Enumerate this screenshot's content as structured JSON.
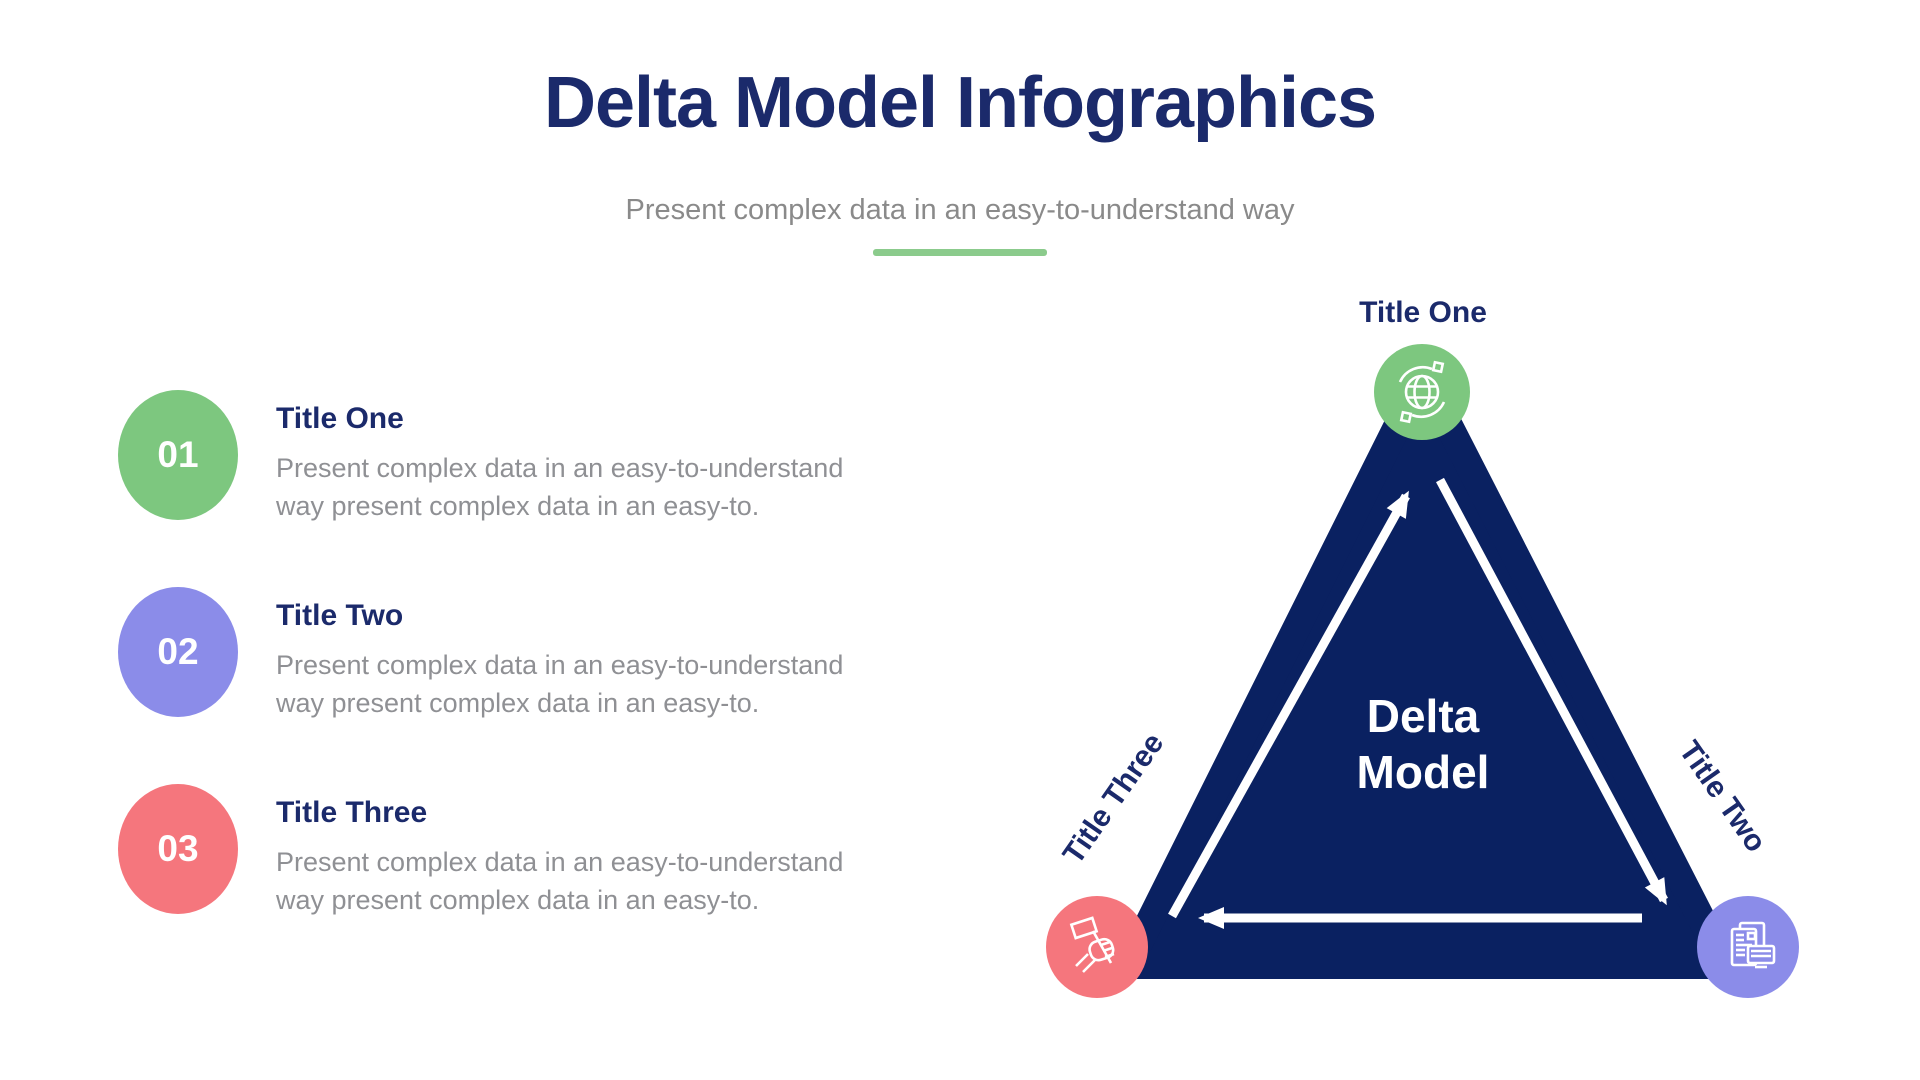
{
  "header": {
    "title": "Delta Model Infographics",
    "subtitle": "Present complex data in an easy-to-understand way",
    "accent_color": "#8BCB8C"
  },
  "items": [
    {
      "number": "01",
      "title": "Title One",
      "description": "Present complex data in an easy-to-understand way present complex data in an easy-to.",
      "color": "#7DC77F"
    },
    {
      "number": "02",
      "title": "Title Two",
      "description": "Present complex data in an easy-to-understand way present complex data in an easy-to.",
      "color": "#8B8CE9"
    },
    {
      "number": "03",
      "title": "Title Three",
      "description": "Present complex data in an easy-to-understand way present complex data in an easy-to.",
      "color": "#F5767D"
    }
  ],
  "diagram": {
    "center_label": "Delta Model",
    "triangle_color": "#0A2161",
    "arrow_color": "#FFFFFF",
    "cycle": [
      "bottom-left to top",
      "top to bottom-right",
      "bottom-right to bottom-left"
    ],
    "vertices": [
      {
        "position": "top",
        "label": "Title One",
        "icon": "globe-sync-icon",
        "color": "#7DC77F"
      },
      {
        "position": "bottom-right",
        "label": "Title Two",
        "icon": "documents-card-icon",
        "color": "#8B8CE9"
      },
      {
        "position": "bottom-left",
        "label": "Title Three",
        "icon": "hand-flag-icon",
        "color": "#F5767D"
      }
    ]
  },
  "text_colors": {
    "heading": "#1B2A6B",
    "subtitle": "#8A8A8A",
    "body": "#8F9094"
  }
}
